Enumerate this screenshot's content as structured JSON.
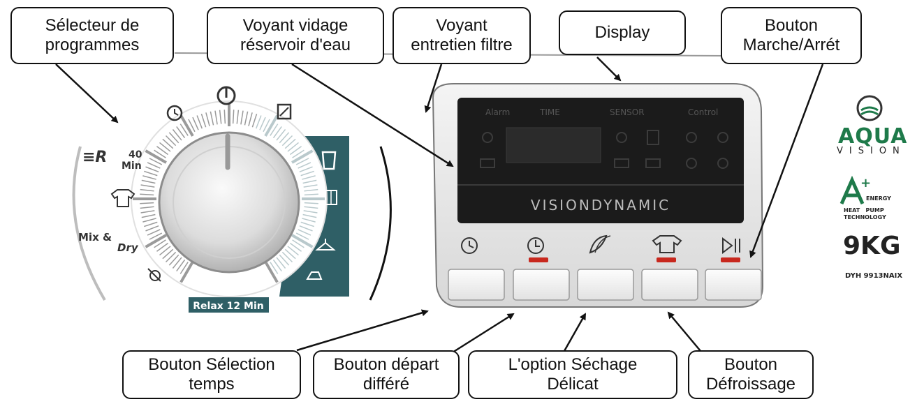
{
  "callouts": {
    "program_selector": "Sélecteur de\nprogrammes",
    "water_tank_light": "Voyant vidage\nréservoir d'eau",
    "filter_light": "Voyant\nentretien filtre",
    "display": "Display",
    "power_button": "Bouton\nMarche/Arrét",
    "time_button": "Bouton Sélection\ntemps",
    "delay_button": "Bouton départ\ndifféré",
    "delicate_option": "L'option  Séchage\nDélicat",
    "wrinkle_button": "Bouton\nDéfroissage"
  },
  "dial": {
    "left_labels": [
      "40",
      "Min",
      "Mix &",
      "Dry"
    ],
    "bottom_label": "Relax 12 Min",
    "accent_color": "#2f5f66"
  },
  "panel": {
    "headers": [
      "Alarm",
      "TIME",
      "SENSOR",
      "Control"
    ],
    "brand": "VISIONDYNAMIC",
    "led_color": "#c8281e"
  },
  "branding": {
    "aqua_top": "AQUA",
    "aqua_bottom": "VISION",
    "energy_word": "ENERGY",
    "heat_pump_line1": "HEAT   PUMP",
    "heat_pump_line2": "TECHNOLOGY",
    "capacity": "9KG",
    "model": "DYH 9913NAIX",
    "aqua_color": "#1e7a4a"
  }
}
